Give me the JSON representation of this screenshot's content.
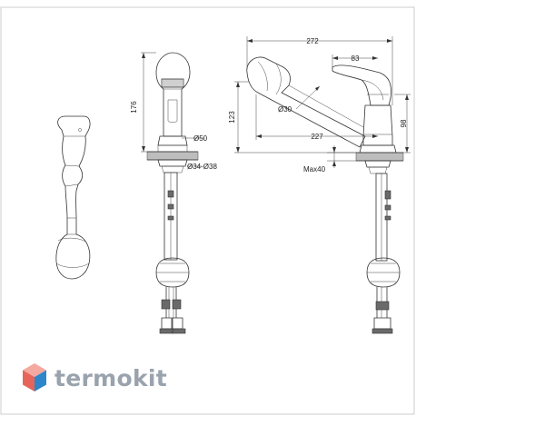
{
  "dimensions": {
    "height_176": "176",
    "dia_50": "Ø50",
    "dia_34_38": "Ø34-Ø38",
    "width_272": "272",
    "reach_83": "83",
    "height_123": "123",
    "dia_30": "Ø30",
    "height_98": "98",
    "spout_227": "227",
    "max_40": "Max40"
  },
  "logo": {
    "text": "termokit",
    "colors": {
      "top": "#f3a8a0",
      "left": "#e5655b",
      "right": "#2d86c9",
      "text": "#9aa3ad"
    }
  },
  "colors": {
    "line": "#333333",
    "frame": "#cccccc"
  }
}
